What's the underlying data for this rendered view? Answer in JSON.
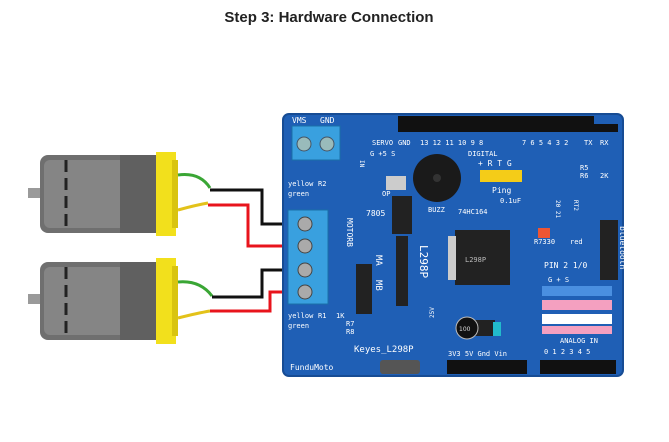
{
  "title": "Step 3: Hardware Connection",
  "colors": {
    "board": "#1f5fb5",
    "terminal": "#39a0df",
    "motor_body": "#6f6f6f",
    "motor_cap": "#f2e01c",
    "wire_black": "#111111",
    "wire_red": "#e8141c",
    "lead_green": "#3aa635",
    "lead_yellow": "#e3c21a"
  },
  "board": {
    "labels": {
      "vms": "VMS",
      "gnd": "GND",
      "servo": "SERVO",
      "gnd_top": "GND",
      "digital_pins": "13 12 11 10  9  8",
      "digital_pins2": "7  6  5  4  3  2",
      "tx": "TX",
      "rx": "RX",
      "digital": "DIGITAL",
      "ping_header": "+ R T G",
      "ping": "Ping",
      "buzz": "BUZZ",
      "chip_7805": "7805",
      "chip_74hc": "74HC164",
      "cap_01": "0.1uF",
      "motorb": "MOTORB",
      "ma": "MA",
      "mb": "MB",
      "l298p": "L298P",
      "chip_marking": "L298P",
      "r7330": "R7330",
      "red": "red",
      "bluetooth": "bluetooth",
      "pin_header": "PIN 2 1/0",
      "pin_gs": "G + S",
      "analog": "ANALOG IN",
      "analog_nums": "0 1 2 3 4 5",
      "cap_100": "100",
      "keyes": "Keyes_L298P",
      "fundumoto": "FunduMoto",
      "power_pins": "3V3 5V Gnd Vin",
      "yellow": "yellow",
      "green": "green",
      "yellow2": "yellow",
      "green2": "green",
      "r1": "R1",
      "r2": "R2",
      "r5": "R5",
      "r6": "R6",
      "r7": "R7",
      "r8": "R8",
      "k1": "1K",
      "op": "OP",
      "in": "IN",
      "ge5v": "G +5 S",
      "k2": "2K",
      "v25": "25V",
      "rt2": "RT2",
      "pin_num": "20 21"
    }
  }
}
